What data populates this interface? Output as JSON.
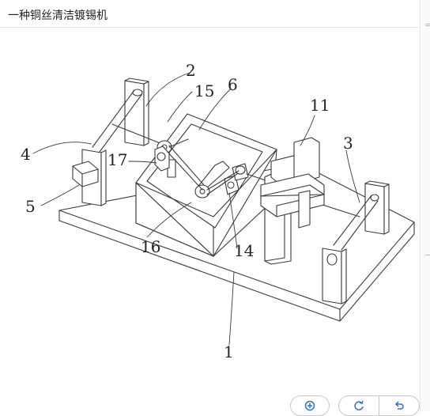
{
  "window": {
    "title": "一种铜丝清洁镀锡机"
  },
  "diagram": {
    "labels": {
      "l1": "1",
      "l2": "2",
      "l3": "3",
      "l4": "4",
      "l5": "5",
      "l6": "6",
      "l11": "11",
      "l14": "14",
      "l15": "15",
      "l16": "16",
      "l17": "17"
    }
  },
  "toolbar": {
    "icons": [
      "zoom-in-icon",
      "rotate-icon",
      "undo-icon"
    ]
  },
  "colors": {
    "line": "#3a3a3a",
    "accent": "#2f6fd1"
  }
}
